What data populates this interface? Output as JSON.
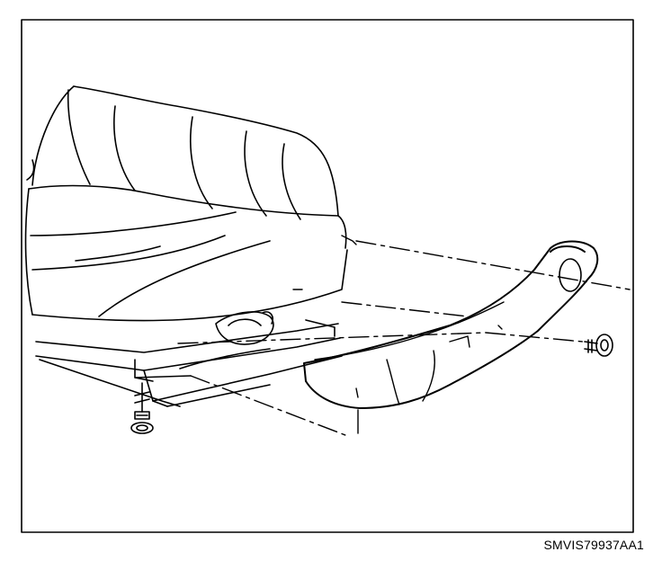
{
  "figure": {
    "caption": "SMVIS79937AA1",
    "colors": {
      "ink": "#000000",
      "background": "#ffffff"
    },
    "parts": [
      "seat-cushion",
      "seat-back",
      "seat-rail",
      "side-cover",
      "screw",
      "bolt",
      "cover-clip"
    ]
  }
}
